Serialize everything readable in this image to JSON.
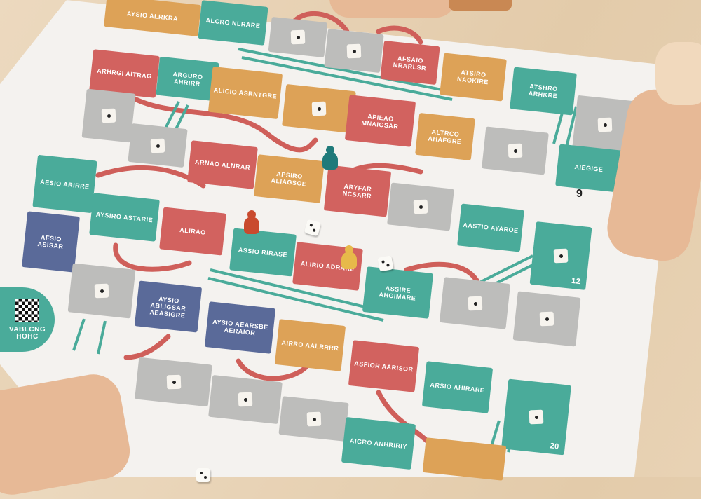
{
  "colors": {
    "teal": "#4aab9a",
    "red": "#d2625f",
    "orange": "#dda257",
    "gray": "#bdbdbb",
    "blue": "#5a6a99",
    "board": "#f4f2ef"
  },
  "start_circle": {
    "label": "VABLCNG HOHC",
    "icon": "checkerboard-icon"
  },
  "tiles": [
    {
      "color": "orange",
      "label": "AYSIO ALRKRA"
    },
    {
      "color": "teal",
      "label": "ALCRO NLRARE"
    },
    {
      "color": "gray",
      "die": true
    },
    {
      "color": "gray",
      "die": true
    },
    {
      "color": "red",
      "label": "AFSAIO NRARLSR"
    },
    {
      "color": "orange",
      "label": "ATSIRO NAOKIRE"
    },
    {
      "color": "teal",
      "label": "ATSHRO ARHKRE"
    },
    {
      "color": "red",
      "label": "ARHRGI AITRAG"
    },
    {
      "color": "teal",
      "label": "ARGURO AHRIRR"
    },
    {
      "color": "orange",
      "label": "ALICIO ASRNTGRE"
    },
    {
      "color": "orange",
      "die": true
    },
    {
      "color": "red",
      "label": "APIEAO MNAIGSAR"
    },
    {
      "color": "orange",
      "label": "ALTRCO AHAFGRE"
    },
    {
      "color": "gray",
      "die": true
    },
    {
      "color": "gray",
      "die": true
    },
    {
      "color": "red",
      "label": "ARNAO ALNRAR"
    },
    {
      "color": "orange",
      "label": "APSIRO ALIAGSOE"
    },
    {
      "color": "red",
      "label": "ARYFAR NCSARR"
    },
    {
      "color": "gray",
      "die": true
    },
    {
      "color": "gray",
      "die": true
    },
    {
      "color": "gray",
      "die": true
    },
    {
      "color": "teal",
      "label": "AIEGIGE"
    },
    {
      "color": "teal",
      "label": "AESIO ARIRRE"
    },
    {
      "color": "teal",
      "label": "AYSIRO ASTARIE"
    },
    {
      "color": "red",
      "label": "ALIRAO"
    },
    {
      "color": "teal",
      "label": "ASSIO RIRASE"
    },
    {
      "color": "red",
      "label": "ALIRIO ADRARE"
    },
    {
      "color": "teal",
      "label": "ASSIRE AHGIMARE"
    },
    {
      "color": "teal",
      "label": "AASTIO AYAROE"
    },
    {
      "color": "teal",
      "die": true,
      "label": "12"
    },
    {
      "color": "gray",
      "die": true
    },
    {
      "color": "gray",
      "die": true
    },
    {
      "color": "blue",
      "label": "AFSIO ASISAR"
    },
    {
      "color": "gray",
      "die": true
    },
    {
      "color": "blue",
      "label": "AYSIO ABLIGSAR AEASIGRE"
    },
    {
      "color": "blue",
      "label": "AYSIO AEARSBE AERAIOR"
    },
    {
      "color": "orange",
      "label": "AIRRO AALRRRR"
    },
    {
      "color": "red",
      "label": "ASFIOR AARISOR"
    },
    {
      "color": "teal",
      "label": "ARSIO AHIRARE"
    },
    {
      "color": "teal",
      "die": true,
      "label": "20"
    },
    {
      "color": "gray",
      "die": true
    },
    {
      "color": "gray",
      "die": true
    },
    {
      "color": "gray",
      "die": true
    },
    {
      "color": "teal",
      "label": "AIGRO ANHRIRIY"
    },
    {
      "color": "orange",
      "label": ""
    }
  ],
  "space_number": "9"
}
